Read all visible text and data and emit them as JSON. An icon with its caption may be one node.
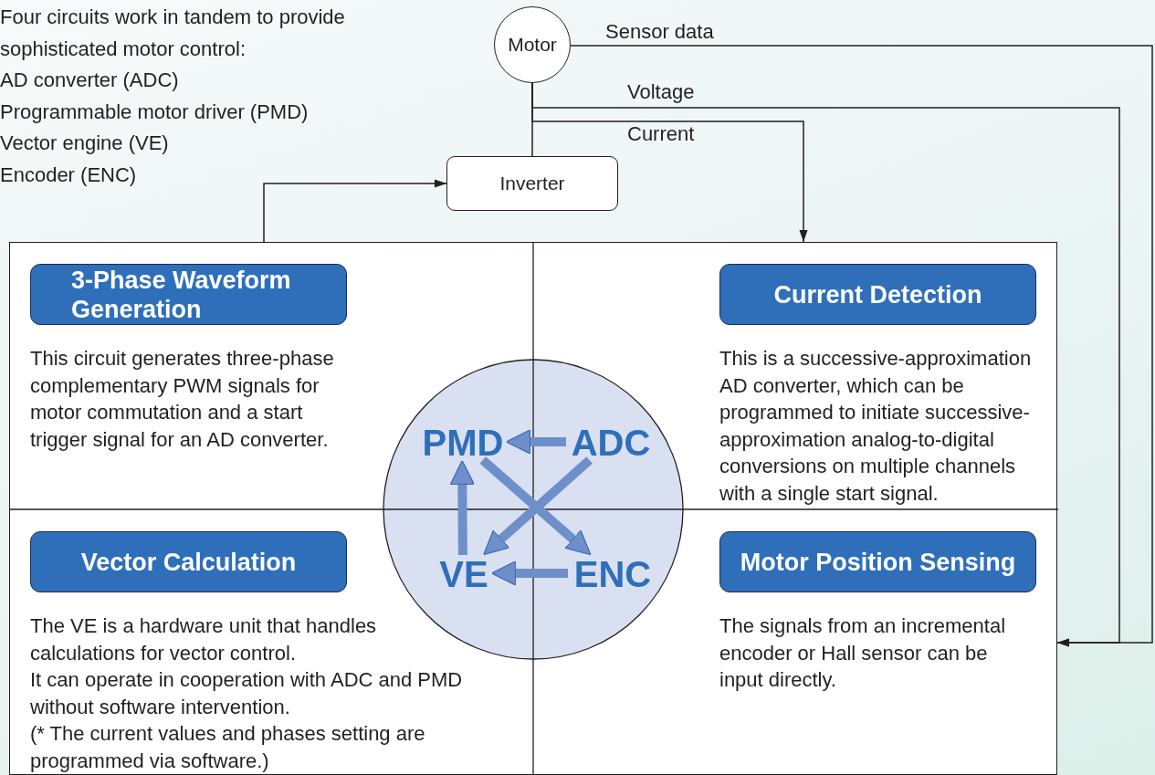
{
  "diagram": {
    "nodes": [
      {
        "text": [
          "Motor"
        ]
      },
      {
        "text": [
          "Inverter"
        ]
      },
      {
        "text": [],
        "shape": "box"
      },
      {
        "text": [
          "This circuit generates three-phase complementary PWM signals for motor commutation and a start trigger signal for an AD converter."
        ],
        "in": 2
      },
      {
        "text": [
          "3-Phase Waveform Generation"
        ],
        "in": 3
      },
      {
        "text": [
          "This is a successive-approximation AD converter, which can be programmed to initiate successive-approximation analog-to-digital conversions on multiple channels with a single start signal."
        ],
        "in": 2
      },
      {
        "text": [
          "Current Detection"
        ],
        "in": 5
      },
      {
        "text": [
          "The VE is a hardware unit that handles calculations for vector control.",
          "It can operate in cooperation with ADC and PMD without software intervention.",
          "(* The current values and phases setting are programmed via software.)"
        ],
        "in": 2
      },
      {
        "text": [
          "Vector Calculation"
        ],
        "in": 7
      },
      {
        "text": [
          "The signals from an incremental encoder or Hall sensor can be input directly."
        ],
        "in": 2
      },
      {
        "text": [
          "Motor Position Sensing"
        ],
        "in": 9
      },
      {
        "text": [],
        "shape": "circle",
        "in": 2
      },
      {
        "text": [
          "PMD"
        ],
        "in": 11
      },
      {
        "text": [
          "ADC"
        ],
        "in": 11
      },
      {
        "text": [
          "VE"
        ],
        "in": 11
      },
      {
        "text": [
          "ENC"
        ],
        "in": 11
      }
    ],
    "edges": [
      {
        "from": 1,
        "to": 0,
        "arrow": "none"
      },
      {
        "from": 0,
        "to": 9,
        "arrow": "to",
        "label": "Sensor data"
      },
      {
        "from": 0,
        "to": 9,
        "arrow": "to",
        "label": "Voltage"
      },
      {
        "from": 0,
        "to": 5,
        "arrow": "to",
        "label": "Current"
      },
      {
        "from": 3,
        "to": 1,
        "arrow": "to"
      },
      {
        "from": 13,
        "to": 12,
        "arrow": "to",
        "style": "thick",
        "color": "#6f8fcb"
      },
      {
        "from": 14,
        "to": 12,
        "arrow": "to",
        "style": "thick",
        "color": "#6f8fcb"
      },
      {
        "from": 15,
        "to": 14,
        "arrow": "to",
        "style": "thick",
        "color": "#6f8fcb"
      },
      {
        "from": 13,
        "to": 14,
        "arrow": "to",
        "style": "thick",
        "color": "#6f8fcb"
      },
      {
        "from": 12,
        "to": 15,
        "arrow": "to",
        "style": "thick",
        "color": "#6f8fcb"
      }
    ],
    "labels": [
      "Four circuits work in tandem to provide sophisticated motor control:",
      "AD converter (ADC)",
      "Programmable motor driver (PMD)",
      "Vector engine (VE)",
      "Encoder (ENC)"
    ]
  }
}
